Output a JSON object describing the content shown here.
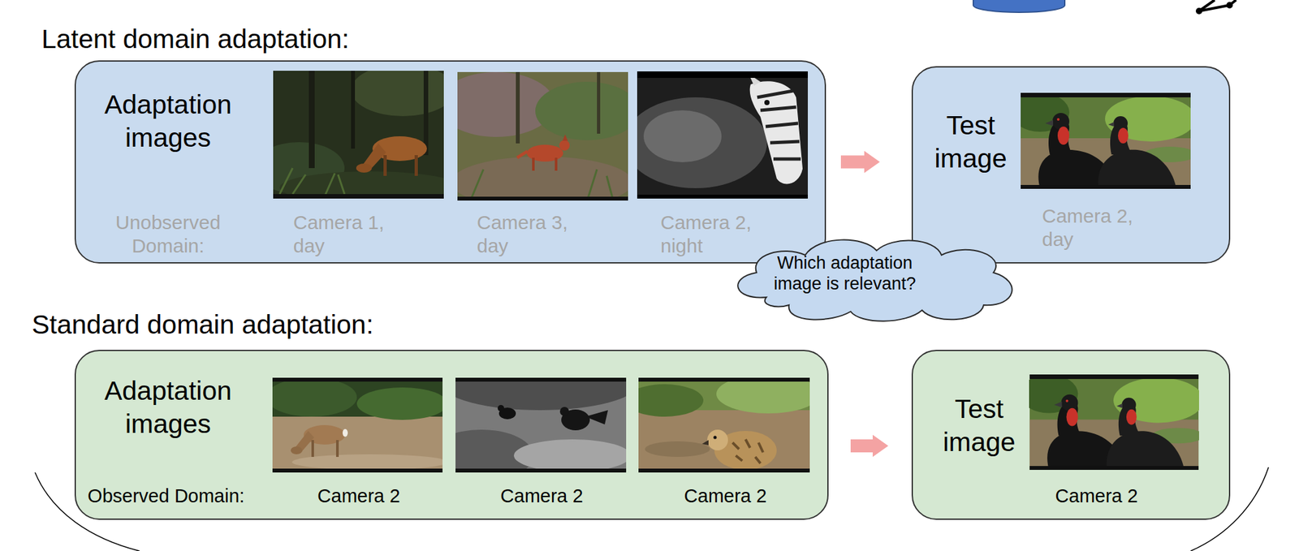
{
  "diagram": {
    "nodes": [
      {
        "text": [
          "Adaptation images",
          "Unobserved Domain:",
          "Camera 1, day",
          "Camera 3, day",
          "Camera 2, night"
        ]
      },
      {
        "text": [
          "Test image",
          "Camera 2, day"
        ]
      },
      {
        "text": [
          "Which adaptation image is relevant?"
        ]
      },
      {
        "text": [
          "Adaptation images",
          "Observed Domain:",
          "Camera 2",
          "Camera 2",
          "Camera 2"
        ]
      },
      {
        "text": [
          "Test image",
          "Camera 2"
        ]
      }
    ],
    "edges": [
      {
        "from": 0,
        "to": 1,
        "arrow": "to"
      },
      {
        "from": 3,
        "to": 4,
        "arrow": "to"
      }
    ],
    "labels": [
      "Latent domain adaptation:",
      "Standard domain adaptation:"
    ]
  }
}
